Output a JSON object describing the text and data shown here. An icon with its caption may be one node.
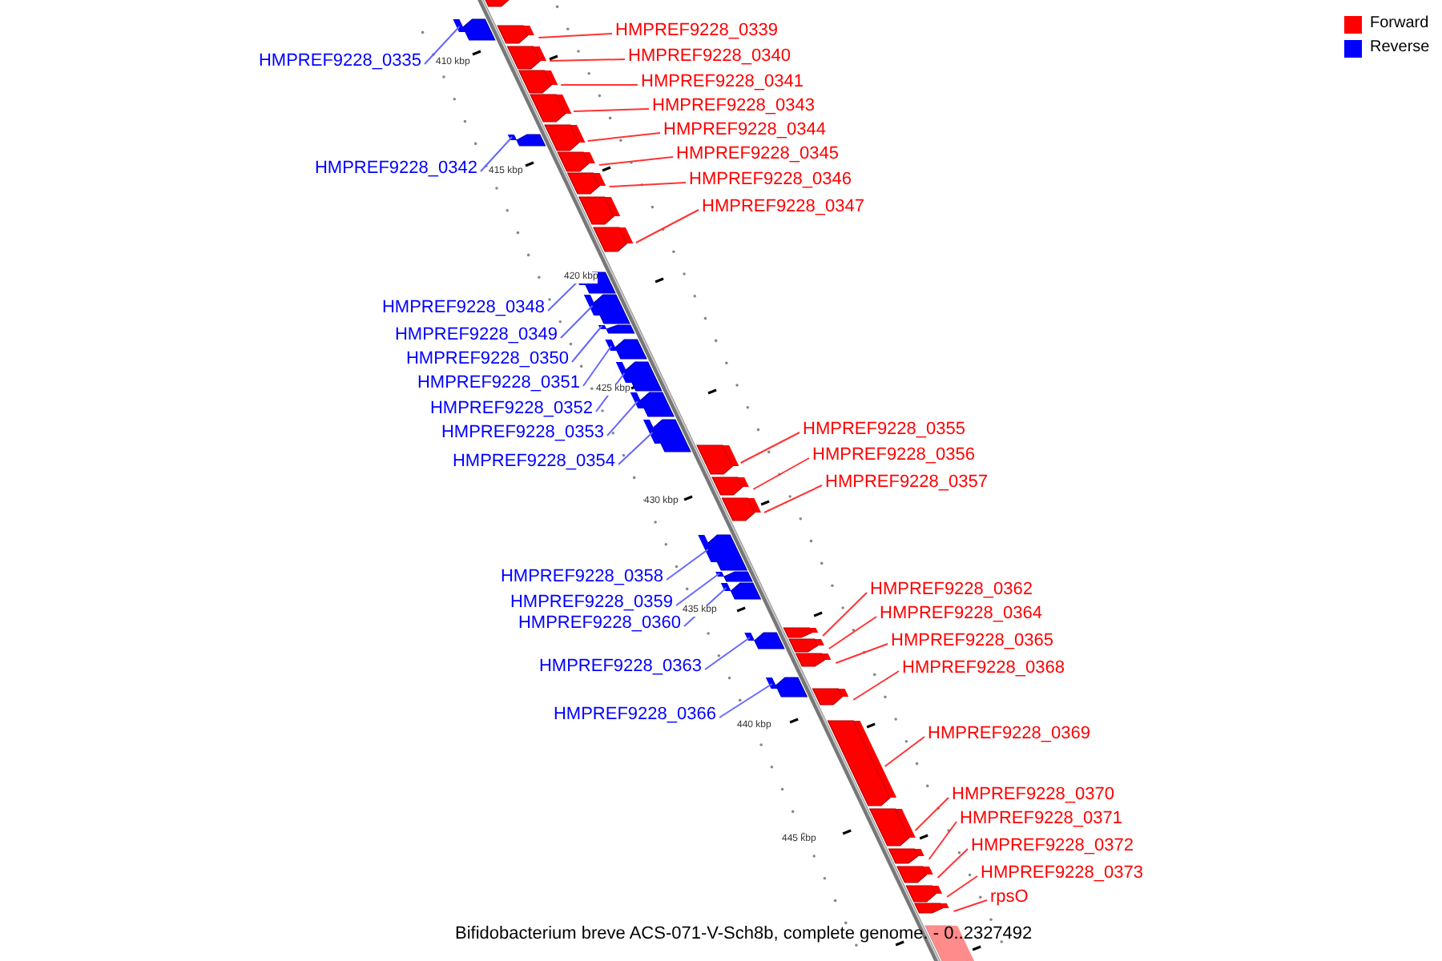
{
  "diagram": {
    "caption": "Bifidobacterium breve ACS-071-V-Sch8b, complete genome. - 0..2327492",
    "nodes": [
      {
        "text": [],
        "shape": "bar"
      },
      {
        "text": [
          "HMPREF9228_0339"
        ]
      },
      {
        "text": [],
        "shape": "bar"
      },
      {
        "text": [
          "HMPREF9228_0335"
        ]
      },
      {
        "text": [],
        "shape": "bar"
      },
      {
        "text": [
          "HMPREF9228_0340"
        ]
      },
      {
        "text": [],
        "shape": "bar"
      },
      {
        "text": [
          "HMPREF9228_0341"
        ]
      },
      {
        "text": [],
        "shape": "bar"
      },
      {
        "text": [
          "HMPREF9228_0343"
        ]
      },
      {
        "text": [],
        "shape": "bar"
      },
      {
        "text": [
          "HMPREF9228_0344"
        ]
      },
      {
        "text": [],
        "shape": "bar"
      },
      {
        "text": [
          "HMPREF9228_0345"
        ]
      },
      {
        "text": [],
        "shape": "bar"
      },
      {
        "text": [
          "HMPREF9228_0346"
        ]
      },
      {
        "text": [],
        "shape": "bar"
      },
      {
        "text": [
          "HMPREF9228_0342"
        ]
      },
      {
        "text": [],
        "shape": "bar"
      },
      {
        "text": [],
        "shape": "bar"
      },
      {
        "text": [
          "HMPREF9228_0347"
        ]
      },
      {
        "text": [],
        "shape": "bar"
      },
      {
        "text": [
          "HMPREF9228_0348"
        ]
      },
      {
        "text": [],
        "shape": "bar"
      },
      {
        "text": [
          "HMPREF9228_0349"
        ]
      },
      {
        "text": [],
        "shape": "bar"
      },
      {
        "text": [
          "HMPREF9228_0350"
        ]
      },
      {
        "text": [],
        "shape": "bar"
      },
      {
        "text": [
          "HMPREF9228_0351"
        ]
      },
      {
        "text": [],
        "shape": "bar"
      },
      {
        "text": [
          "HMPREF9228_0352"
        ]
      },
      {
        "text": [],
        "shape": "bar"
      },
      {
        "text": [
          "HMPREF9228_0353"
        ]
      },
      {
        "text": [],
        "shape": "bar"
      },
      {
        "text": [
          "HMPREF9228_0355"
        ]
      },
      {
        "text": [],
        "shape": "bar"
      },
      {
        "text": [
          "HMPREF9228_0354"
        ]
      },
      {
        "text": [],
        "shape": "bar"
      },
      {
        "text": [
          "HMPREF9228_0356"
        ]
      },
      {
        "text": [],
        "shape": "bar"
      },
      {
        "text": [
          "HMPREF9228_0357"
        ]
      },
      {
        "text": [],
        "shape": "bar"
      },
      {
        "text": [
          "HMPREF9228_0358"
        ]
      },
      {
        "text": [],
        "shape": "bar"
      },
      {
        "text": [
          "HMPREF9228_0362"
        ]
      },
      {
        "text": [],
        "shape": "bar"
      },
      {
        "text": [
          "HMPREF9228_0359"
        ]
      },
      {
        "text": [],
        "shape": "bar"
      },
      {
        "text": [
          "HMPREF9228_0364"
        ]
      },
      {
        "text": [],
        "shape": "bar"
      },
      {
        "text": [
          "HMPREF9228_0360"
        ]
      },
      {
        "text": [],
        "shape": "bar"
      },
      {
        "text": [
          "HMPREF9228_0365"
        ]
      },
      {
        "text": [],
        "shape": "bar"
      },
      {
        "text": [
          "HMPREF9228_0363"
        ]
      },
      {
        "text": [],
        "shape": "bar"
      },
      {
        "text": [
          "HMPREF9228_0368"
        ]
      },
      {
        "text": [],
        "shape": "bar"
      },
      {
        "text": [
          "HMPREF9228_0366"
        ]
      },
      {
        "text": [],
        "shape": "bar"
      },
      {
        "text": [
          "HMPREF9228_0369"
        ]
      },
      {
        "text": [],
        "shape": "bar"
      },
      {
        "text": [
          "HMPREF9228_0370"
        ]
      },
      {
        "text": [],
        "shape": "bar"
      },
      {
        "text": [
          "HMPREF9228_0371"
        ]
      },
      {
        "text": [],
        "shape": "bar"
      },
      {
        "text": [
          "HMPREF9228_0372"
        ]
      },
      {
        "text": [],
        "shape": "bar"
      },
      {
        "text": [
          "HMPREF9228_0373"
        ]
      },
      {
        "text": [],
        "shape": "bar"
      },
      {
        "text": [
          "rpsO"
        ]
      },
      {
        "text": [],
        "shape": "bar"
      },
      {
        "text": [],
        "shape": "bar"
      }
    ],
    "edges": [
      {
        "from": 1,
        "to": 2,
        "arrow": "none"
      },
      {
        "from": 3,
        "to": 4,
        "arrow": "none",
        "color": "#6666ff"
      },
      {
        "from": 5,
        "to": 6,
        "arrow": "none"
      },
      {
        "from": 7,
        "to": 8,
        "arrow": "none"
      },
      {
        "from": 9,
        "to": 10,
        "arrow": "none"
      },
      {
        "from": 11,
        "to": 12,
        "arrow": "none"
      },
      {
        "from": 13,
        "to": 14,
        "arrow": "none"
      },
      {
        "from": 15,
        "to": 16,
        "arrow": "none"
      },
      {
        "from": 17,
        "to": 18,
        "arrow": "none",
        "color": "#6666ff"
      },
      {
        "from": 20,
        "to": 21,
        "arrow": "none"
      },
      {
        "from": 22,
        "to": 23,
        "arrow": "none",
        "color": "#6666ff"
      },
      {
        "from": 24,
        "to": 25,
        "arrow": "none",
        "color": "#6666ff"
      },
      {
        "from": 26,
        "to": 27,
        "arrow": "none",
        "color": "#6666ff"
      },
      {
        "from": 28,
        "to": 29,
        "arrow": "none",
        "color": "#6666ff"
      },
      {
        "from": 30,
        "to": 31,
        "arrow": "none",
        "color": "#6666ff"
      },
      {
        "from": 32,
        "to": 33,
        "arrow": "none",
        "color": "#6666ff"
      },
      {
        "from": 34,
        "to": 35,
        "arrow": "none"
      },
      {
        "from": 36,
        "to": 37,
        "arrow": "none",
        "color": "#6666ff"
      },
      {
        "from": 38,
        "to": 39,
        "arrow": "none"
      },
      {
        "from": 40,
        "to": 41,
        "arrow": "none"
      },
      {
        "from": 42,
        "to": 43,
        "arrow": "none",
        "color": "#6666ff"
      },
      {
        "from": 44,
        "to": 45,
        "arrow": "none"
      },
      {
        "from": 46,
        "to": 47,
        "arrow": "none",
        "color": "#6666ff"
      },
      {
        "from": 48,
        "to": 49,
        "arrow": "none"
      },
      {
        "from": 50,
        "to": 51,
        "arrow": "none",
        "color": "#6666ff"
      },
      {
        "from": 52,
        "to": 53,
        "arrow": "none"
      },
      {
        "from": 54,
        "to": 55,
        "arrow": "none",
        "color": "#6666ff"
      },
      {
        "from": 56,
        "to": 57,
        "arrow": "none"
      },
      {
        "from": 58,
        "to": 59,
        "arrow": "none",
        "color": "#6666ff"
      },
      {
        "from": 60,
        "to": 61,
        "arrow": "none"
      },
      {
        "from": 62,
        "to": 63,
        "arrow": "none"
      },
      {
        "from": 64,
        "to": 65,
        "arrow": "none"
      },
      {
        "from": 66,
        "to": 67,
        "arrow": "none"
      },
      {
        "from": 68,
        "to": 69,
        "arrow": "none"
      },
      {
        "from": 70,
        "to": 71,
        "arrow": "none"
      }
    ],
    "labels": [
      "410 kbp",
      "415 kbp",
      "420 kbp",
      "425 kbp",
      "430 kbp",
      "435 kbp",
      "440 kbp",
      "445 kbp"
    ],
    "legend": [
      {
        "text": "Forward",
        "color": "#ff0000"
      },
      {
        "text": "Reverse",
        "color": "#0000ff"
      }
    ]
  }
}
